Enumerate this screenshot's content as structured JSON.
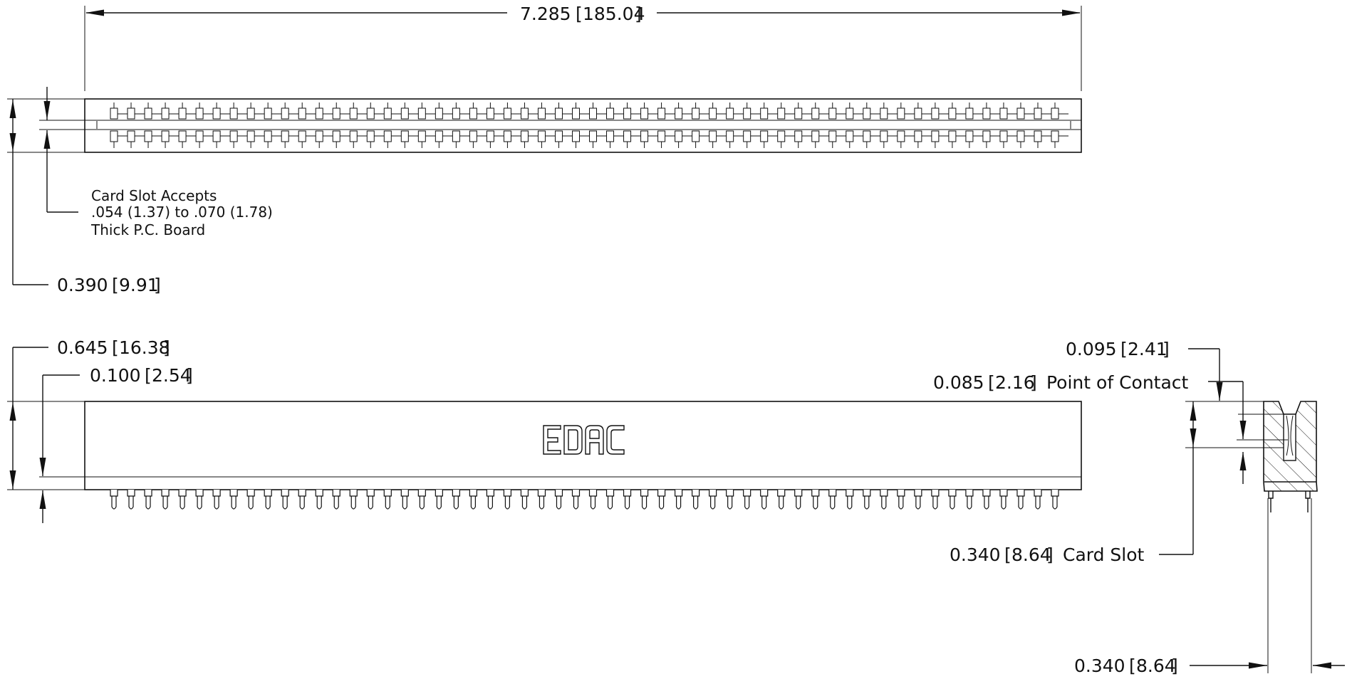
{
  "dimensions": {
    "overall_length": {
      "value": "7.285",
      "metric": "185.04"
    },
    "height": {
      "value": "0.390",
      "metric": "9.91"
    },
    "side_height": {
      "value": "0.645",
      "metric": "16.38"
    },
    "tail_offset": {
      "value": "0.100",
      "metric": "2.54"
    },
    "slot_top": {
      "value": "0.095",
      "metric": "2.41"
    },
    "point_of_contact": {
      "value": "0.085",
      "metric": "2.16",
      "label": "Point of Contact"
    },
    "card_slot": {
      "value": "0.340",
      "metric": "8.64",
      "label": "Card Slot"
    },
    "row_spacing": {
      "value": "0.340",
      "metric": "8.64"
    }
  },
  "card_slot_note": {
    "line1": "Card Slot Accepts",
    "line2": ".054 (1.37) to .070 (1.78)",
    "line3": "Thick P.C. Board"
  },
  "logo": "EDAC",
  "contact_positions": 56
}
